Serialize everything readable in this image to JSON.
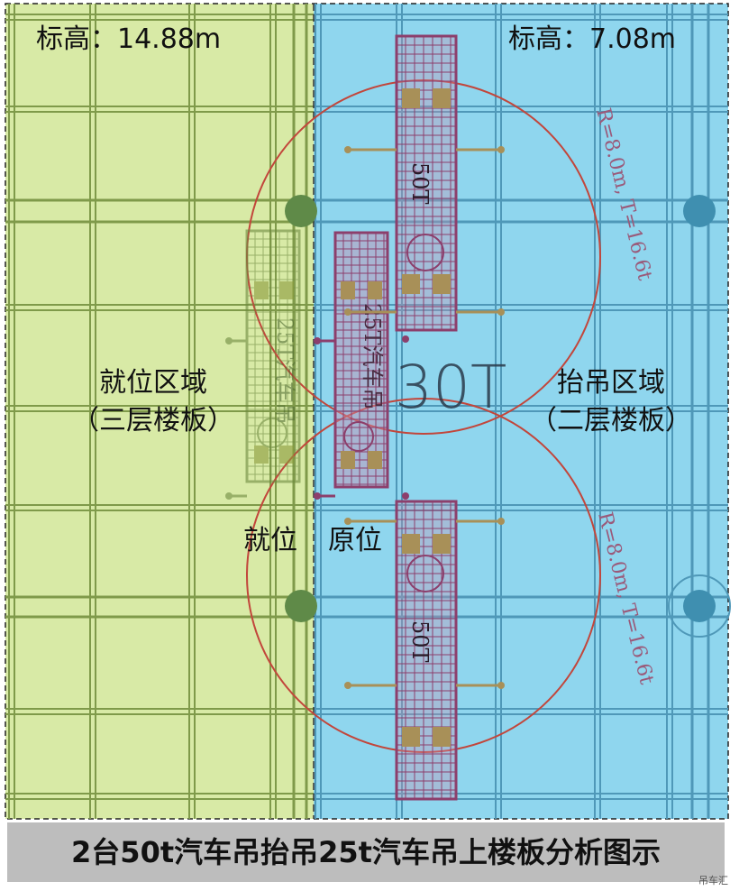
{
  "left_zone": {
    "elevation": "标高：14.88m",
    "name_line1": "就位区域",
    "name_line2": "（三层楼板）",
    "position_label": "就位",
    "crane_label": "25T汽车吊",
    "color": "#d8eaa6"
  },
  "right_zone": {
    "elevation": "标高：7.08m",
    "name_line1": "抬吊区域",
    "name_line2": "（二层楼板）",
    "position_label": "原位",
    "color": "#8fd6ee"
  },
  "cranes": {
    "crane_25t_label": "25T汽车吊",
    "crane_50t_top_label": "50T",
    "crane_50t_bottom_label": "50T",
    "load_label": "30T",
    "radius_top": "R=8.0m, T=16.6t",
    "radius_bottom": "R=8.0m, T=16.6t"
  },
  "colors": {
    "grid_left": "#7f9a4a",
    "grid_right": "#4f98b8",
    "crane_outline": "#8c3f6c",
    "circle": "#c2463b",
    "column": "#5f8a48",
    "column_right": "#3f8fb0",
    "outrigger": "#a89058"
  },
  "caption": "2台50t汽车吊抬吊25t汽车吊上楼板分析图示",
  "watermark": "吊车汇"
}
